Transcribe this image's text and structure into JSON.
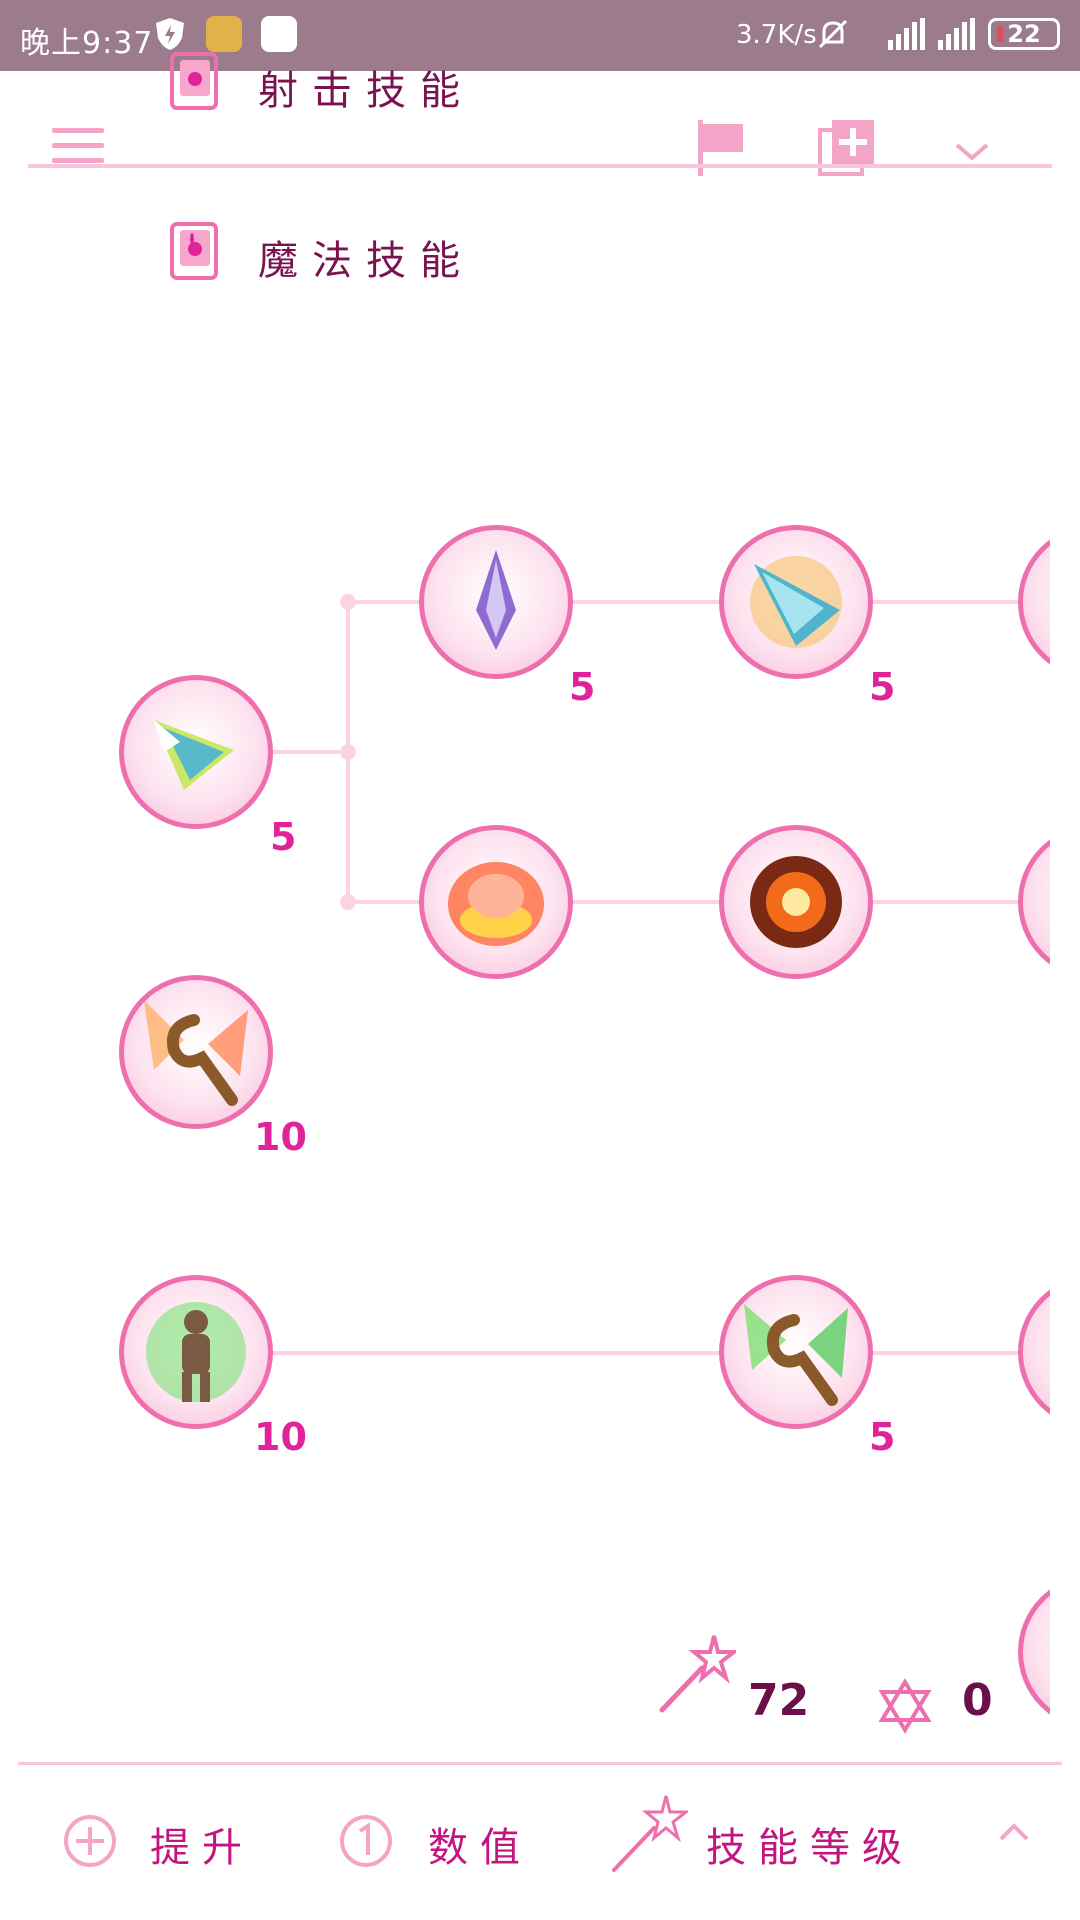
{
  "status_bar": {
    "time": "晚上9:37",
    "network_speed": "3.7K/s",
    "battery": "22",
    "icons": [
      "shield-bolt-icon",
      "shirt-icon",
      "mi-icon",
      "bell-off-icon",
      "signal-icon",
      "signal-icon",
      "battery-icon"
    ]
  },
  "categories": [
    {
      "label": "射击技能",
      "icon": "book-rabbit-icon"
    },
    {
      "label": "魔法技能",
      "icon": "book-rabbit-icon"
    }
  ],
  "toolbar": {
    "icons": [
      "menu-icon",
      "flag-icon",
      "add-copy-icon",
      "chevron-down-icon"
    ]
  },
  "skills": [
    {
      "icon": "arrow-skill-icon",
      "level": "5"
    },
    {
      "icon": "purple-arrow-skill-icon",
      "level": "5"
    },
    {
      "icon": "blue-arrow-skill-icon",
      "level": "5"
    },
    {
      "icon": "fire-ring-skill-icon",
      "level": ""
    },
    {
      "icon": "explosion-skill-icon",
      "level": ""
    },
    {
      "icon": "staff-orange-skill-icon",
      "level": "10"
    },
    {
      "icon": "green-figure-skill-icon",
      "level": "10"
    },
    {
      "icon": "staff-green-skill-icon",
      "level": "5"
    }
  ],
  "stats": {
    "skill_points": "72",
    "star_points": "0",
    "colors": {
      "accent": "#e0239a",
      "line": "#fbd3e5",
      "node_border": "#ee6fae",
      "status_bar": "#9c7b8c"
    }
  },
  "bottom_nav": [
    {
      "label": "提升",
      "icon": "plus-circle-icon"
    },
    {
      "label": "数值",
      "icon": "one-circle-icon"
    },
    {
      "label": "技能等级",
      "icon": "wand-icon"
    },
    {
      "label": "",
      "icon": "chevron-up-icon"
    }
  ]
}
